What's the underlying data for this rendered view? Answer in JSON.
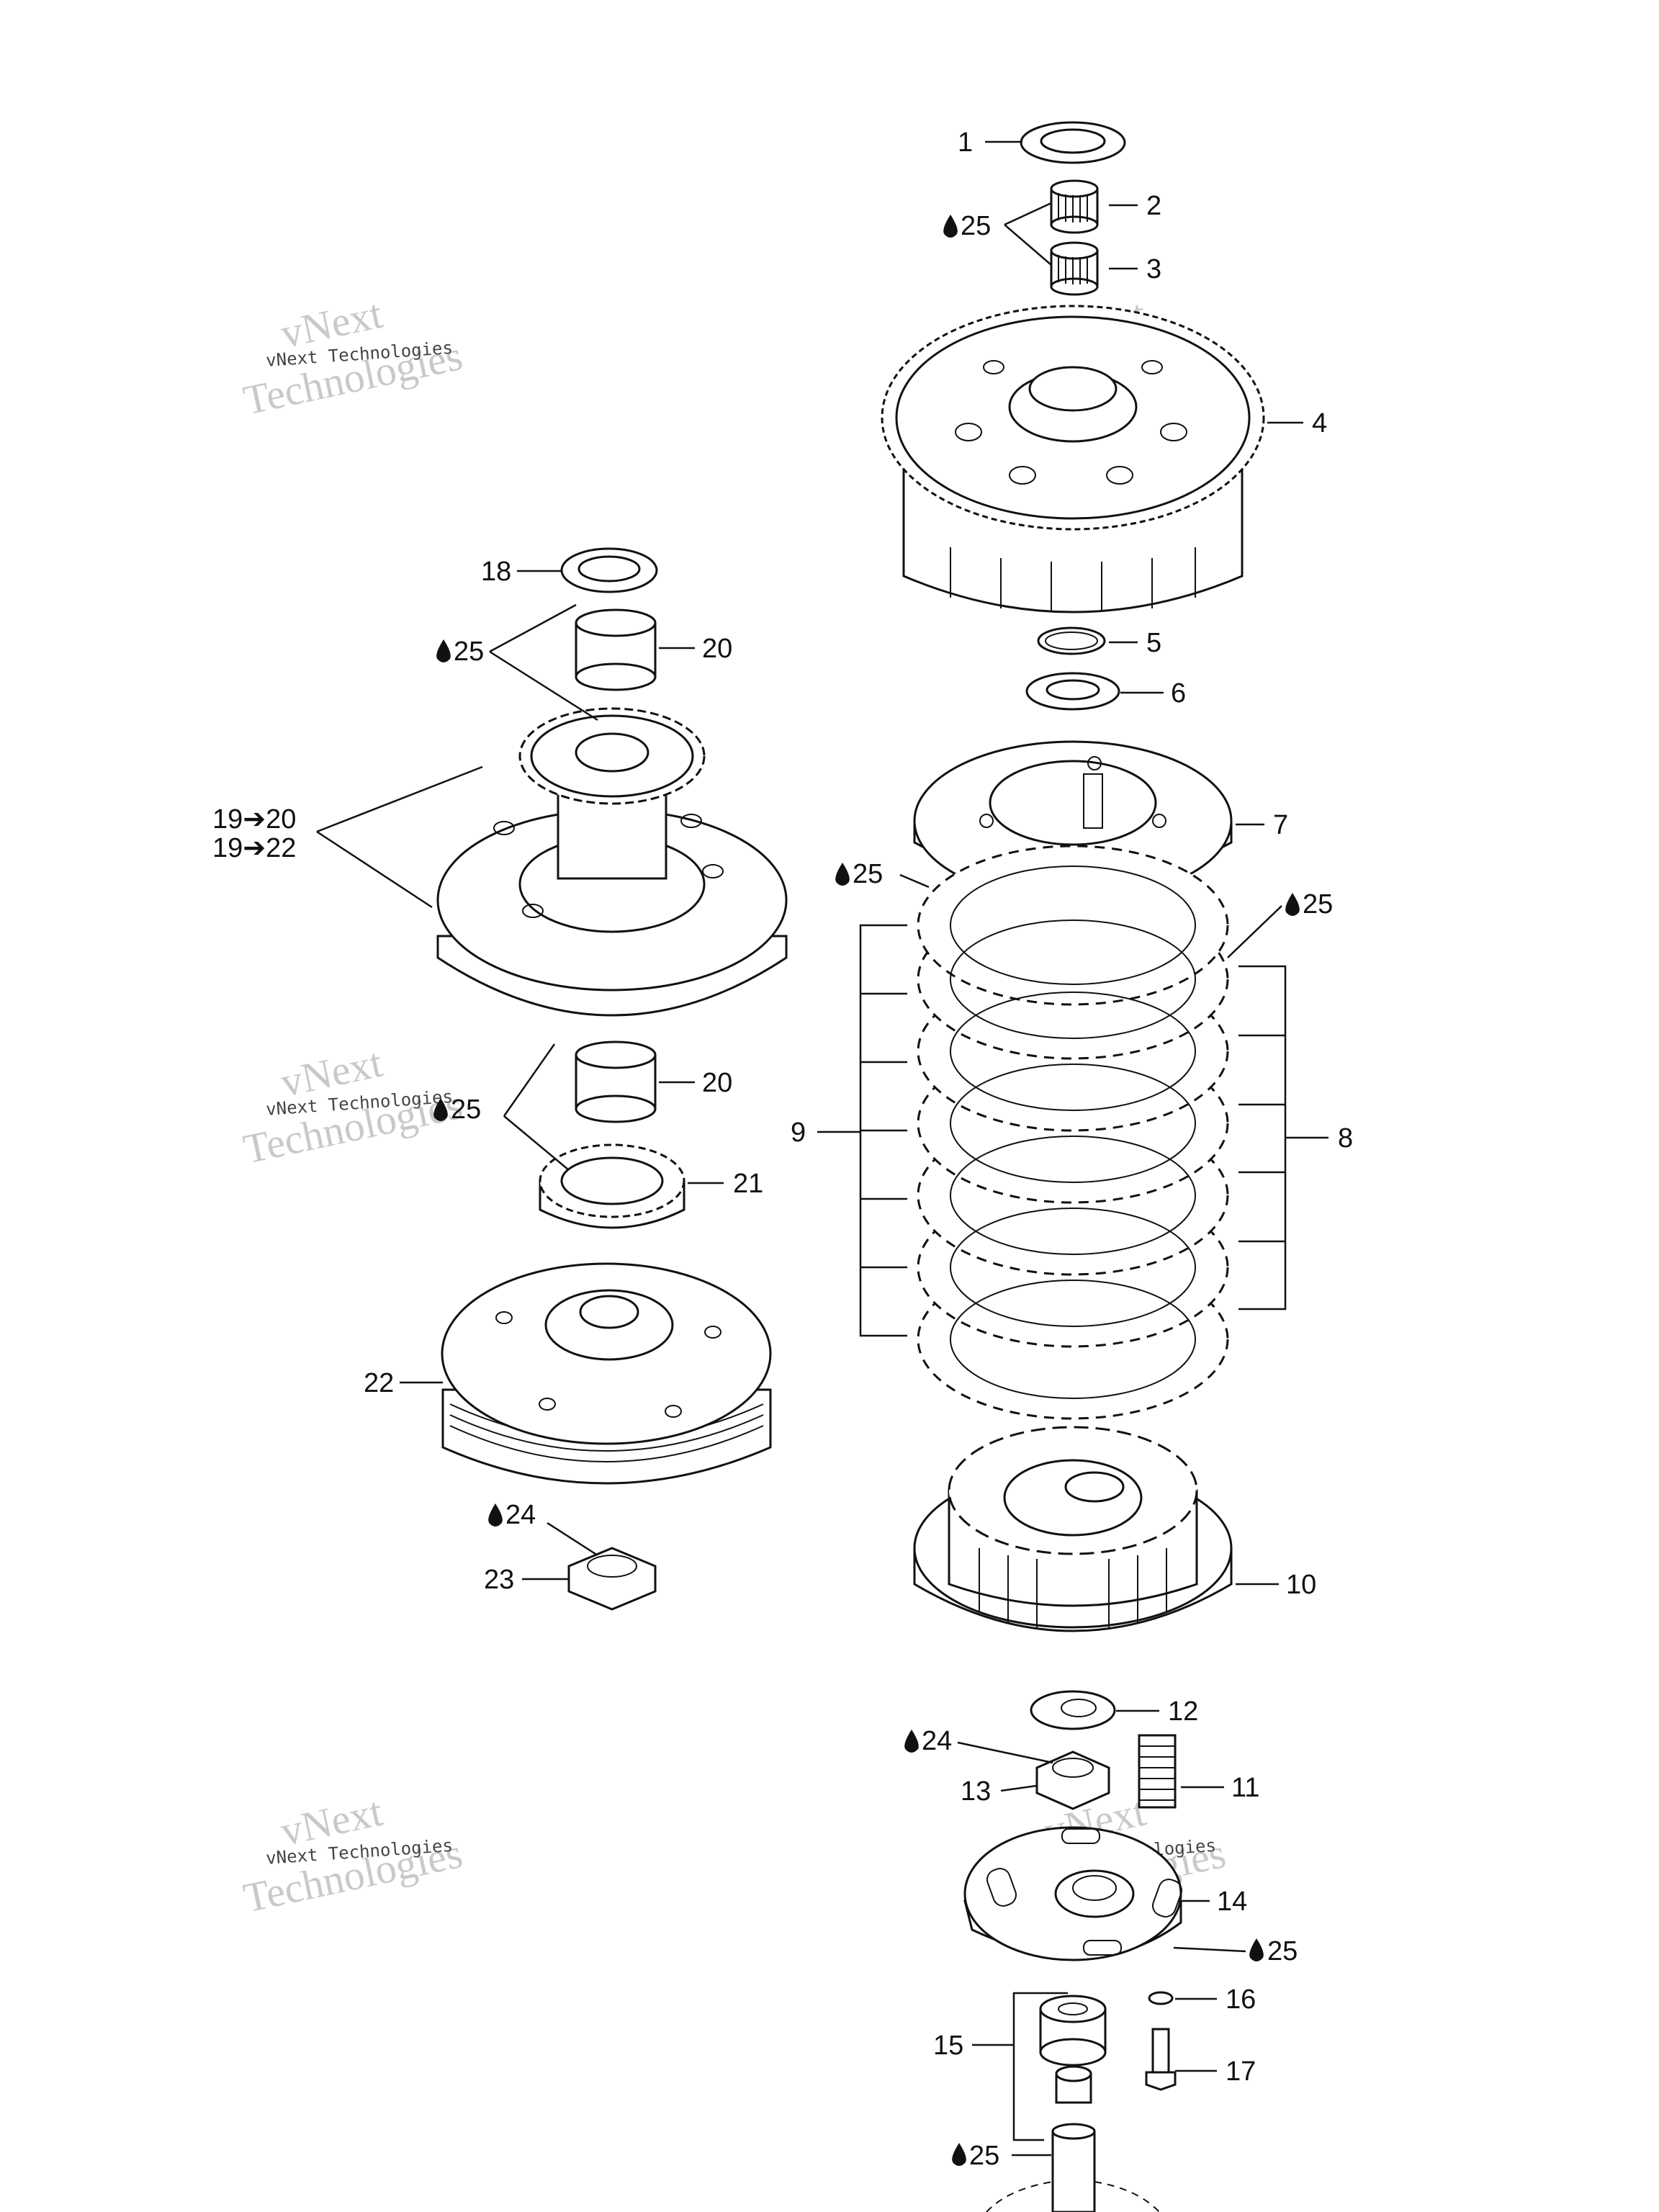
{
  "labels": {
    "p1": "1",
    "p2": "2",
    "p3": "3",
    "p4": "4",
    "p5": "5",
    "p6": "6",
    "p7": "7",
    "p8": "8",
    "p9": "9",
    "p10": "10",
    "p11": "11",
    "p12": "12",
    "p13": "13",
    "p14": "14",
    "p15": "15",
    "p16": "16",
    "p17": "17",
    "p18": "18",
    "p20a": "20",
    "p20b": "20",
    "p21": "21",
    "p22": "22",
    "p23": "23",
    "r1920": "19➔20",
    "r1922": "19➔22",
    "oil25a": "25",
    "oil25b": "25",
    "oil25c": "25",
    "oil25d": "25",
    "oil25e": "25",
    "oil25f": "25",
    "oil25g": "25",
    "oil24a": "24",
    "oil24b": "24"
  },
  "watermarks": {
    "brand": "vNext",
    "company": "Technologies",
    "full": "vNext Technologies"
  }
}
